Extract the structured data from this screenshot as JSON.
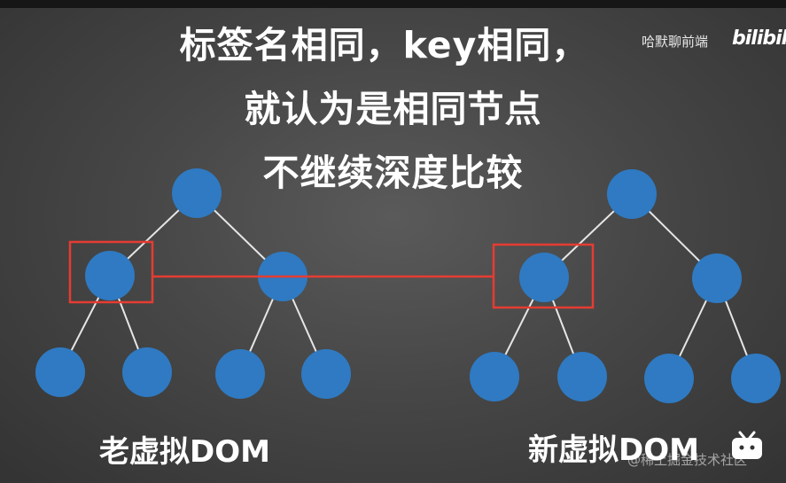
{
  "title": {
    "line1": "标签名相同，key相同，",
    "line2": "就认为是相同节点",
    "line3": "不继续深度比较"
  },
  "watermark": {
    "channel": "哈默聊前端",
    "logo": "bilibili"
  },
  "trees": {
    "old_label": "老虚拟DOM",
    "new_label": "新虚拟DOM"
  },
  "credit": "@稀土掘金技术社区",
  "colors": {
    "node": "#2f7ac2",
    "edge": "#e6e6e6",
    "highlight": "#e63c32",
    "text": "#ffffff"
  }
}
